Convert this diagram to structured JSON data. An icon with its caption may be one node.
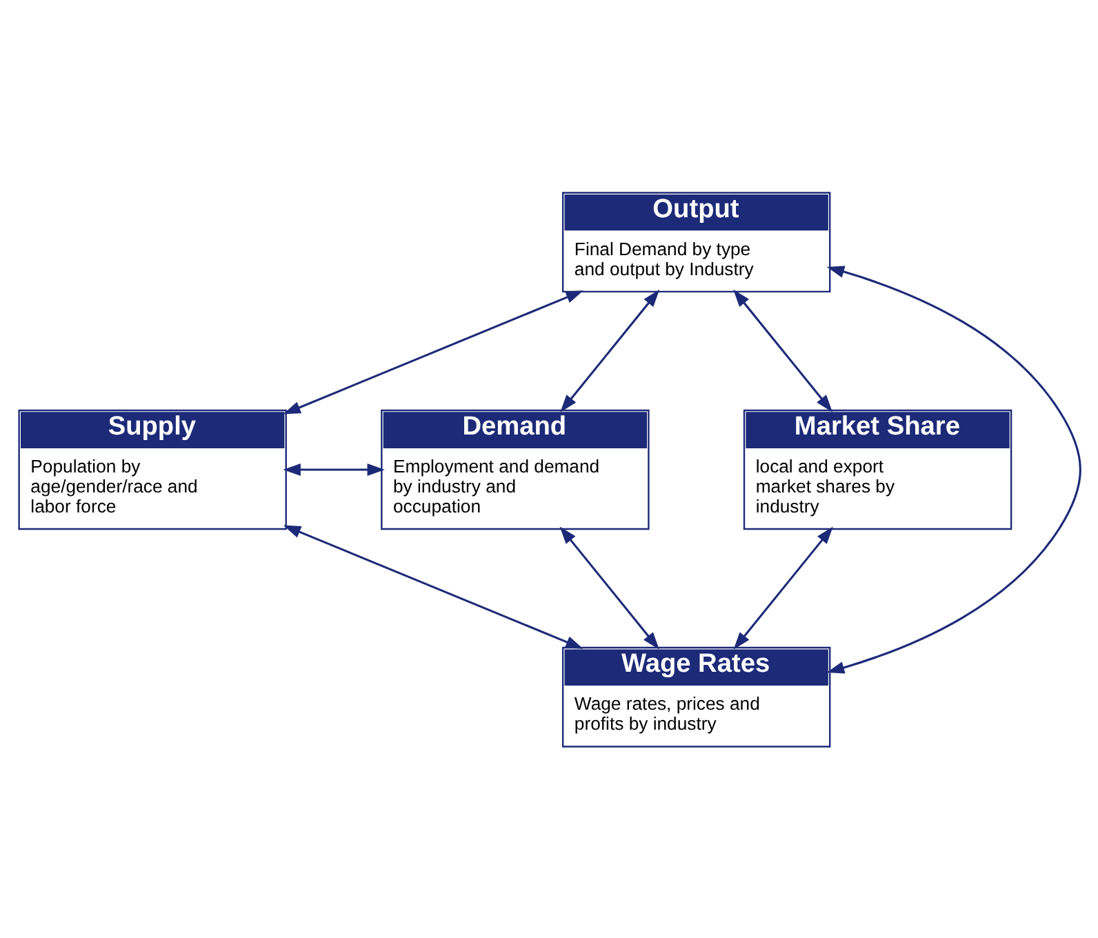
{
  "diagram": {
    "nodes": [
      {
        "text": [
          "Output",
          "Final Demand by type and output by Industry"
        ]
      },
      {
        "text": [
          "Supply",
          "Population by age/gender/race and labor force"
        ]
      },
      {
        "text": [
          "Demand",
          "Employment and demand by industry and occupation"
        ]
      },
      {
        "text": [
          "Market Share",
          "local and export market shares by industry"
        ]
      },
      {
        "text": [
          "Wage Rates",
          "Wage rates, prices and profits by industry"
        ]
      }
    ],
    "edges": [
      {
        "from": 0,
        "to": 1,
        "arrow": "both"
      },
      {
        "from": 0,
        "to": 2,
        "arrow": "both"
      },
      {
        "from": 0,
        "to": 3,
        "arrow": "both"
      },
      {
        "from": 0,
        "to": 4,
        "arrow": "both"
      },
      {
        "from": 1,
        "to": 2,
        "arrow": "both"
      },
      {
        "from": 2,
        "to": 4,
        "arrow": "both"
      },
      {
        "from": 1,
        "to": 4,
        "arrow": "both"
      },
      {
        "from": 3,
        "to": 4,
        "arrow": "both"
      }
    ]
  }
}
